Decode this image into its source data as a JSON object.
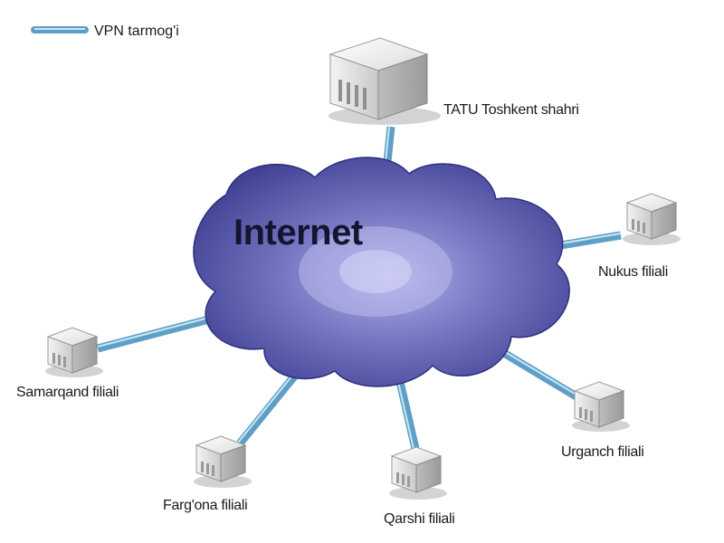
{
  "legend": {
    "label": "VPN tarmog'i"
  },
  "cloud": {
    "label": "Internet"
  },
  "nodes": {
    "hq": "TATU Toshkent shahri",
    "nukus": "Nukus filiali",
    "samarqand": "Samarqand filiali",
    "fargona": "Farg'ona filiali",
    "qarshi": "Qarshi filiali",
    "urganch": "Urganch filiali"
  },
  "colors": {
    "link": "#5f9fc6",
    "link_light": "#bfe0f2",
    "cloud_dark": "#3c3c8c",
    "cloud_light": "#a8a8e0"
  }
}
